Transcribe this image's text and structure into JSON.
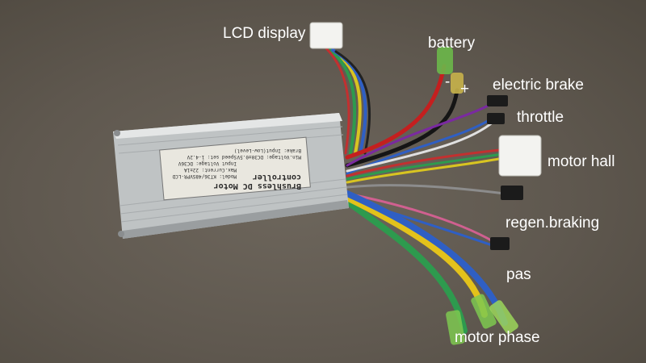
{
  "labels": {
    "lcd_display": "LCD display",
    "battery": "battery",
    "minus": "-",
    "plus": "+",
    "electric_brake": "electric brake",
    "throttle": "throttle",
    "motor_hall": "motor hall",
    "regen_braking": "regen.braking",
    "pas": "pas",
    "motor_phase": "motor phase"
  },
  "nameplate": {
    "title": "Brushless DC Motor controller",
    "model": "Model: KT36/48SVPR-LCD",
    "max_current": "Max.Current: 22±1A",
    "input_voltage": "Input Voltage: DC36V",
    "speed_set": "Speed set: 1-4.2V",
    "min_voltage": "Min.Voltage: DC30±0.5V",
    "brake": "Brake: Input(Low-Level)"
  },
  "colors": {
    "background": "#5f584f",
    "housing": "#c9cccd",
    "label_text": "#ffffff",
    "phase_green": "#2e9a4e",
    "phase_yellow": "#e3c21b",
    "phase_blue": "#2f5fc4"
  }
}
